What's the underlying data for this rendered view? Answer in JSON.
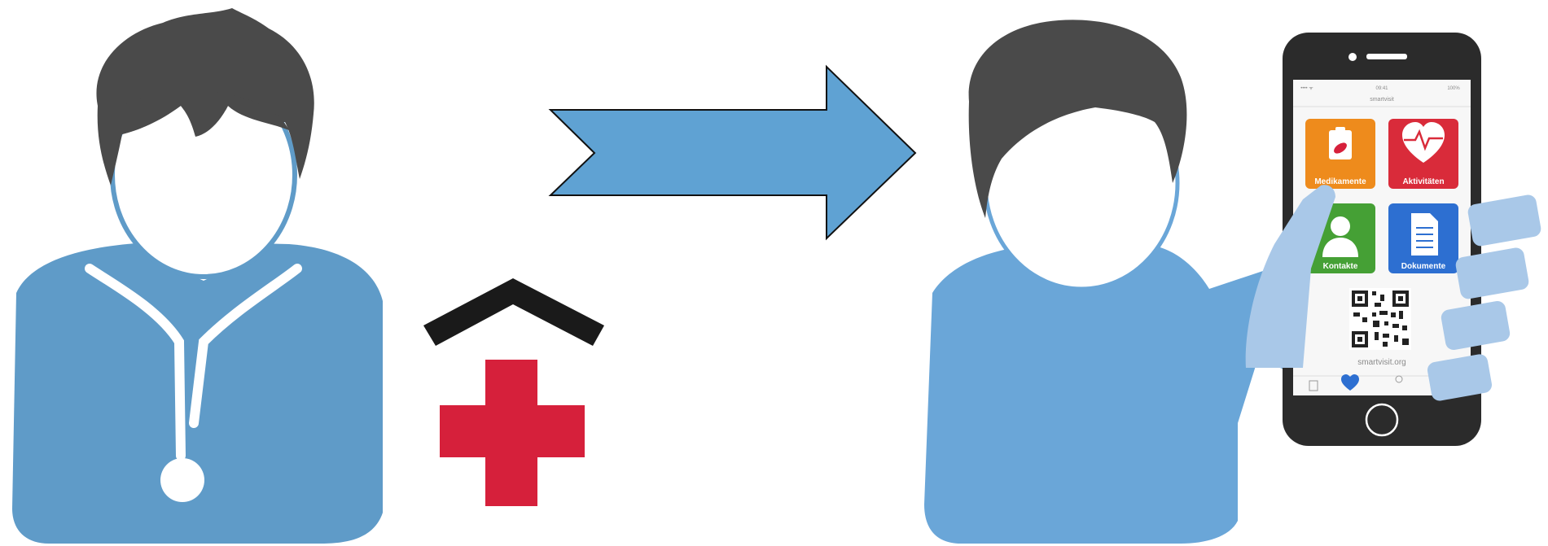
{
  "colors": {
    "doctor_blue": "#5f9bc8",
    "patient_blue": "#6aa6d8",
    "hair": "#4a4a4a",
    "arrow_fill": "#5fa2d3",
    "cross_red": "#d6203b",
    "roof_black": "#1a1a1a",
    "hand_blue": "#a9c8e8"
  },
  "icons": [
    "doctor-icon",
    "roof-icon",
    "red-cross-icon",
    "right-arrow-icon",
    "patient-icon",
    "smartphone-icon",
    "qr-code-icon"
  ],
  "phone": {
    "status_left": "•••• ᯤ",
    "status_time": "09:41",
    "status_right": "100%",
    "app_title": "smartvisit",
    "tiles": [
      {
        "label": "Medikamente",
        "icon": "pill-clipboard-icon",
        "color": "#ee8b1c"
      },
      {
        "label": "Aktivitäten",
        "icon": "heart-pulse-icon",
        "color": "#d92b3a"
      },
      {
        "label": "Kontakte",
        "icon": "contact-person-icon",
        "color": "#45a035"
      },
      {
        "label": "Dokumente",
        "icon": "document-icon",
        "color": "#2d6fd1"
      }
    ],
    "url": "smartvisit.org",
    "tabbar": [
      "tab-home-icon",
      "tab-heart-icon",
      "tab-person-icon",
      "tab-document-icon"
    ]
  }
}
